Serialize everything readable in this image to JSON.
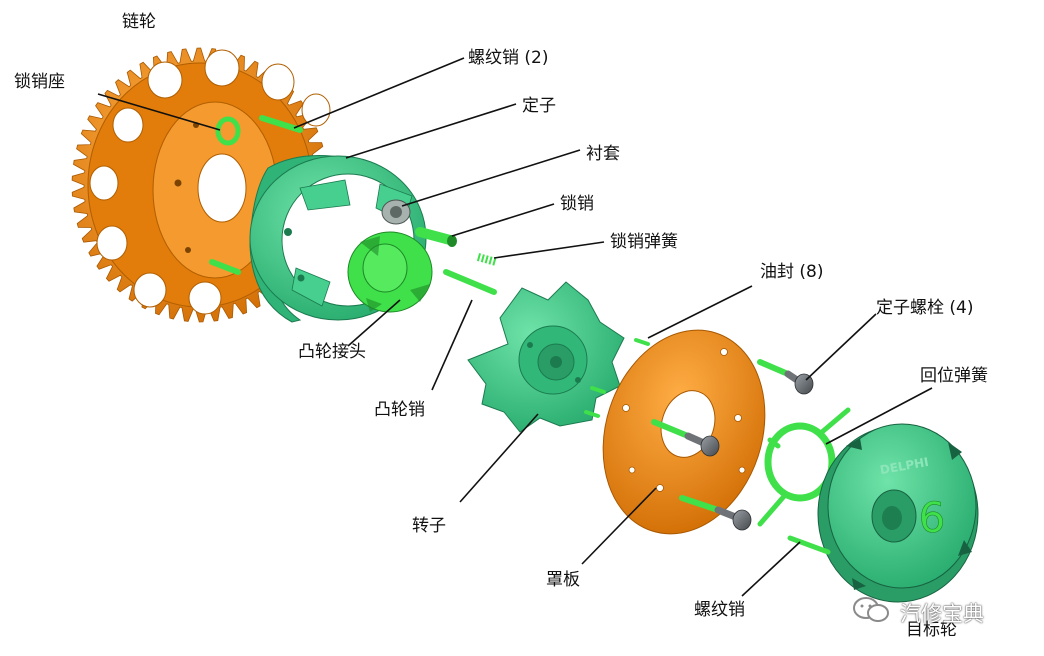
{
  "labels": {
    "sprocket": "链轮",
    "lock_pin_seat": "锁销座",
    "threaded_pin_2": "螺纹销 (2)",
    "stator": "定子",
    "bushing": "衬套",
    "lock_pin": "锁销",
    "lock_pin_spring": "锁销弹簧",
    "oil_seal_8": "油封 (8)",
    "stator_bolt_4": "定子螺栓 (4)",
    "return_spring": "回位弹簧",
    "cam_adapter": "凸轮接头",
    "cam_pin": "凸轮销",
    "rotor": "转子",
    "cover_plate": "罩板",
    "threaded_pin": "螺纹销",
    "target_wheel": "目标轮"
  },
  "target_wheel_marking": "DELPHI",
  "target_wheel_digit": "6",
  "watermark": "汽修宝典",
  "colors": {
    "orange_part": "#e8840f",
    "green_part": "#3ec98a",
    "bright_green_part": "#3fe04a",
    "bolt_gray": "#6f7378",
    "leader_line": "#111111"
  }
}
